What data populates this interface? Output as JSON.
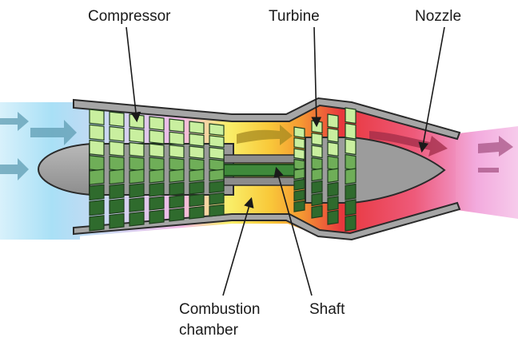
{
  "labels": {
    "compressor": "Compressor",
    "turbine": "Turbine",
    "nozzle": "Nozzle",
    "combustion_line1": "Combustion",
    "combustion_line2": "chamber",
    "shaft": "Shaft"
  },
  "colors": {
    "intake_blue": "#7ecff0",
    "compressor_pink": "#f3b8e6",
    "combustion_yellow": "#f9e84a",
    "combustion_orange": "#f7a12c",
    "turbine_red": "#e8323c",
    "exhaust_pink": "#ee8fd0",
    "casing_gray": "#a9a9a9",
    "blade_dark_green": "#2e6b2e",
    "blade_light_green": "#c7ef9f",
    "outline": "#2a2a2a"
  }
}
